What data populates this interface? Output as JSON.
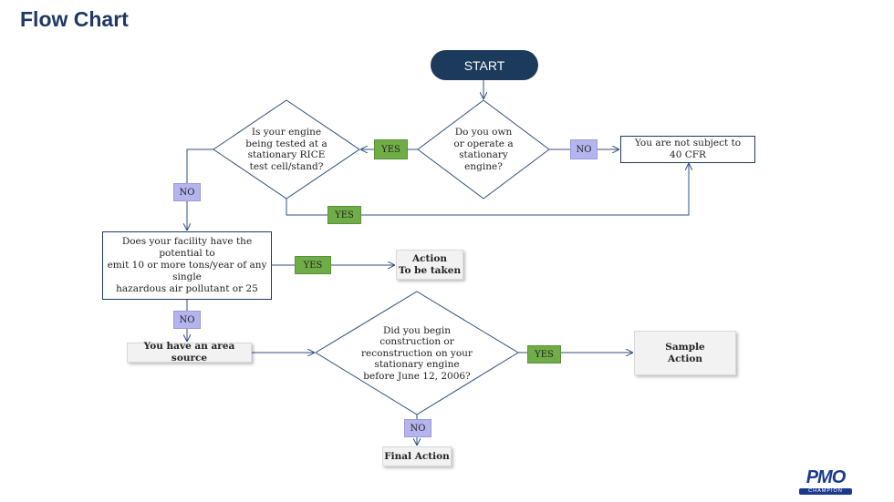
{
  "title": "Flow Chart",
  "nodes": {
    "start": "START",
    "q_own": "Do you own\nor operate a\nstationary\nengine?",
    "q_tested": "Is your engine\nbeing tested at a\nstationary RICE\ntest cell/stand?",
    "not_subject": "You are not subject to\n40 CFR",
    "q_potential": "Does your facility have the potential to\nemit 10 or more tons/year of any single\nhazardous air pollutant or 25",
    "action_1": "Action\nTo be taken",
    "area_source": "You have an area source",
    "q_construction": "Did you begin\nconstruction or\nreconstruction on your\nstationary engine\nbefore June 12, 2006?",
    "sample_action": "Sample\nAction",
    "final_action": "Final Action"
  },
  "edge_labels": {
    "yes_tested": "YES",
    "no_own": "NO",
    "no_tested": "NO",
    "yes_tested_notsubject": "YES",
    "yes_potential": "YES",
    "no_potential": "NO",
    "yes_construction": "YES",
    "no_construction": "NO"
  },
  "colors": {
    "title": "#1f3864",
    "start_fill": "#1b3a5c",
    "line": "#2f4f7f",
    "yes_tag": "#70ad47",
    "no_tag": "#b4b4ee"
  },
  "logo": {
    "main": "PMO",
    "sub": "CHAMPION"
  }
}
